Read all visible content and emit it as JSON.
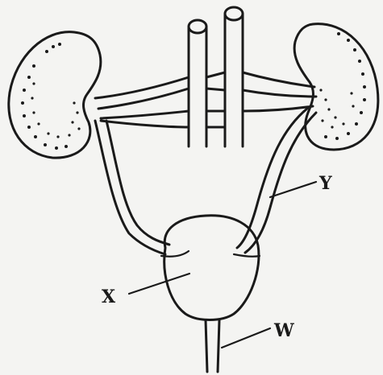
{
  "diagram": {
    "parts": [
      "left-kidney",
      "right-kidney",
      "aorta",
      "vena-cava",
      "left-ureter",
      "right-ureter",
      "urinary-bladder",
      "urethra"
    ],
    "labels": {
      "X": "X",
      "Y": "Y",
      "W": "W"
    },
    "ink_color": "#1a1a1a",
    "background_color": "#f4f4f2"
  }
}
